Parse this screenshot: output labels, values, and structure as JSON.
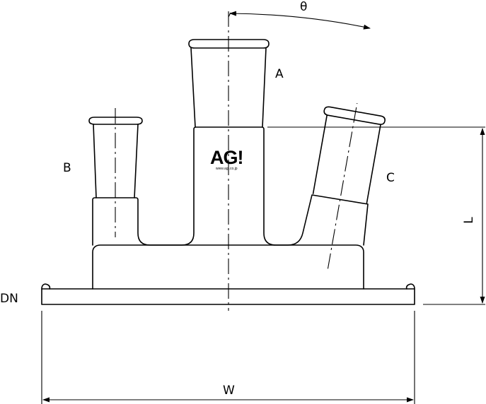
{
  "labels": {
    "theta": "θ",
    "a": "A",
    "b": "B",
    "c": "C",
    "l": "L",
    "dn": "DN",
    "w": "W"
  },
  "logo": {
    "text": "AG!",
    "url": "www.agi.co.jp"
  },
  "colors": {
    "stroke": "#000000",
    "background": "#ffffff"
  }
}
